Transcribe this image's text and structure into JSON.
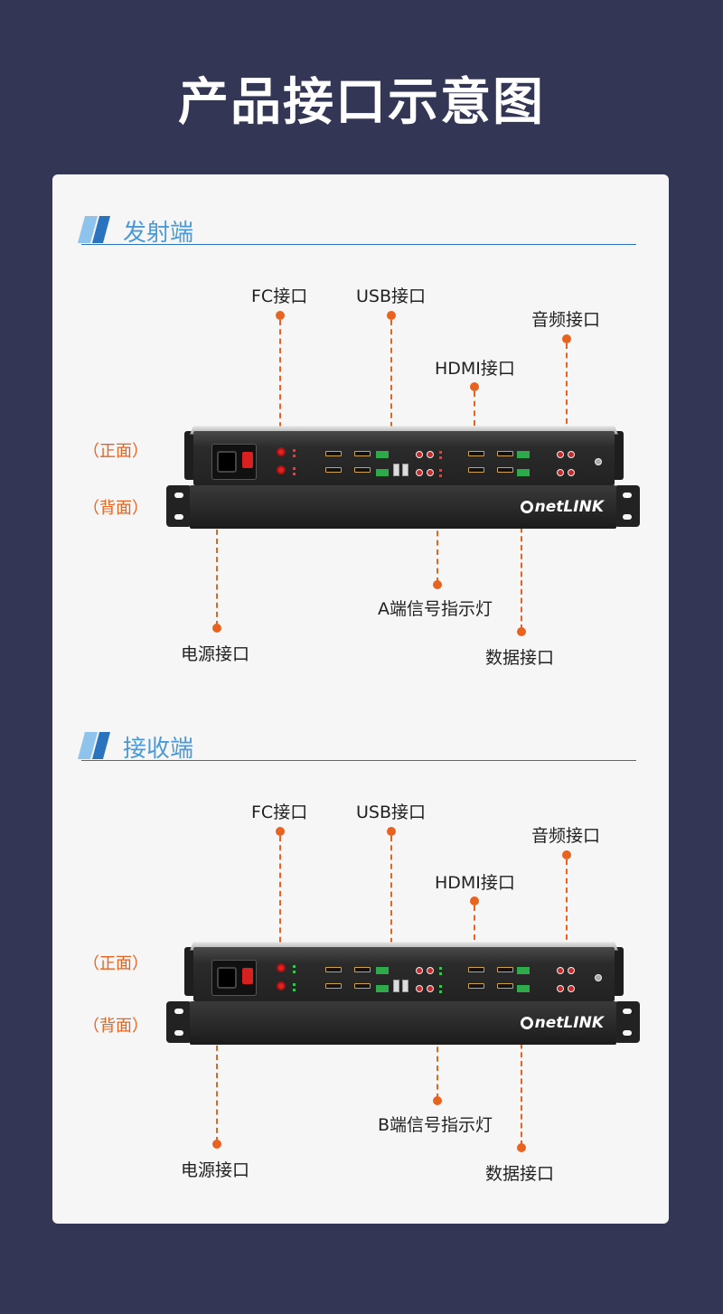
{
  "page": {
    "title": "产品接口示意图",
    "background": "#333654",
    "accent": "#e8631f"
  },
  "sections": [
    {
      "title": "发射端",
      "labels": {
        "fc": "FC接口",
        "usb": "USB接口",
        "audio": "音频接口",
        "hdmi": "HDMI接口",
        "front": "（正面）",
        "back": "（背面）",
        "indicator": "A端信号指示灯",
        "power": "电源接口",
        "data": "数据接口"
      },
      "brand": "netLINK"
    },
    {
      "title": "接收端",
      "labels": {
        "fc": "FC接口",
        "usb": "USB接口",
        "audio": "音频接口",
        "hdmi": "HDMI接口",
        "front": "（正面）",
        "back": "（背面）",
        "indicator": "B端信号指示灯",
        "power": "电源接口",
        "data": "数据接口"
      },
      "brand": "netLINK"
    }
  ]
}
